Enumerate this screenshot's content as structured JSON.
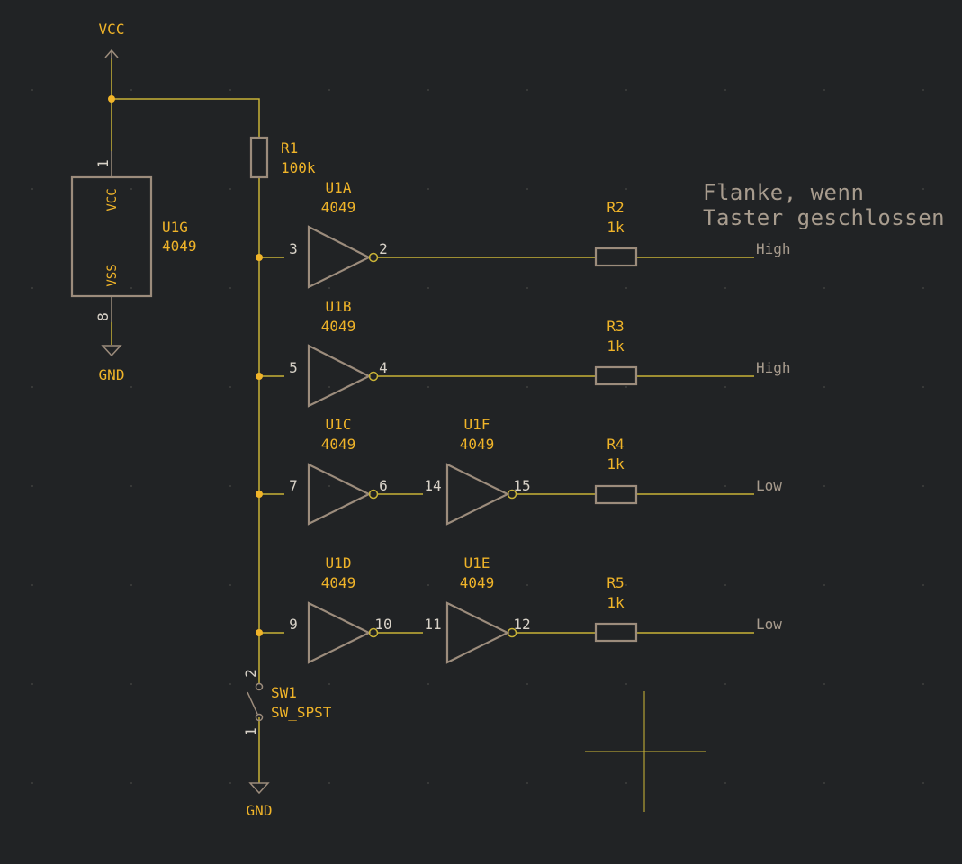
{
  "power": {
    "vcc": "VCC",
    "gnd_top": "GND",
    "gnd_bottom": "GND"
  },
  "u1g": {
    "ref": "U1G",
    "value": "4049",
    "pin_vcc_name": "VCC",
    "pin_vss_name": "VSS",
    "pin_vcc_num": "1",
    "pin_vss_num": "8"
  },
  "r1": {
    "ref": "R1",
    "value": "100k"
  },
  "u1a": {
    "ref": "U1A",
    "value": "4049",
    "pin_in": "3",
    "pin_out": "2"
  },
  "u1b": {
    "ref": "U1B",
    "value": "4049",
    "pin_in": "5",
    "pin_out": "4"
  },
  "u1c": {
    "ref": "U1C",
    "value": "4049",
    "pin_in": "7",
    "pin_out": "6"
  },
  "u1d": {
    "ref": "U1D",
    "value": "4049",
    "pin_in": "9",
    "pin_out": "10"
  },
  "u1f": {
    "ref": "U1F",
    "value": "4049",
    "pin_in": "14",
    "pin_out": "15"
  },
  "u1e": {
    "ref": "U1E",
    "value": "4049",
    "pin_in": "11",
    "pin_out": "12"
  },
  "r2": {
    "ref": "R2",
    "value": "1k"
  },
  "r3": {
    "ref": "R3",
    "value": "1k"
  },
  "r4": {
    "ref": "R4",
    "value": "1k"
  },
  "r5": {
    "ref": "R5",
    "value": "1k"
  },
  "labels": {
    "out1": "High",
    "out2": "High",
    "out3": "Low",
    "out4": "Low"
  },
  "sw1": {
    "ref": "SW1",
    "value": "SW_SPST",
    "pin_top": "2",
    "pin_bottom": "1"
  },
  "note": {
    "line1": "Flanke, wenn",
    "line2": "Taster geschlossen"
  },
  "colors": {
    "background": "#212325",
    "wire": "#c8b236",
    "symbol": "#9c8c7c",
    "reference": "#f0b429",
    "label": "#a89c8e"
  }
}
